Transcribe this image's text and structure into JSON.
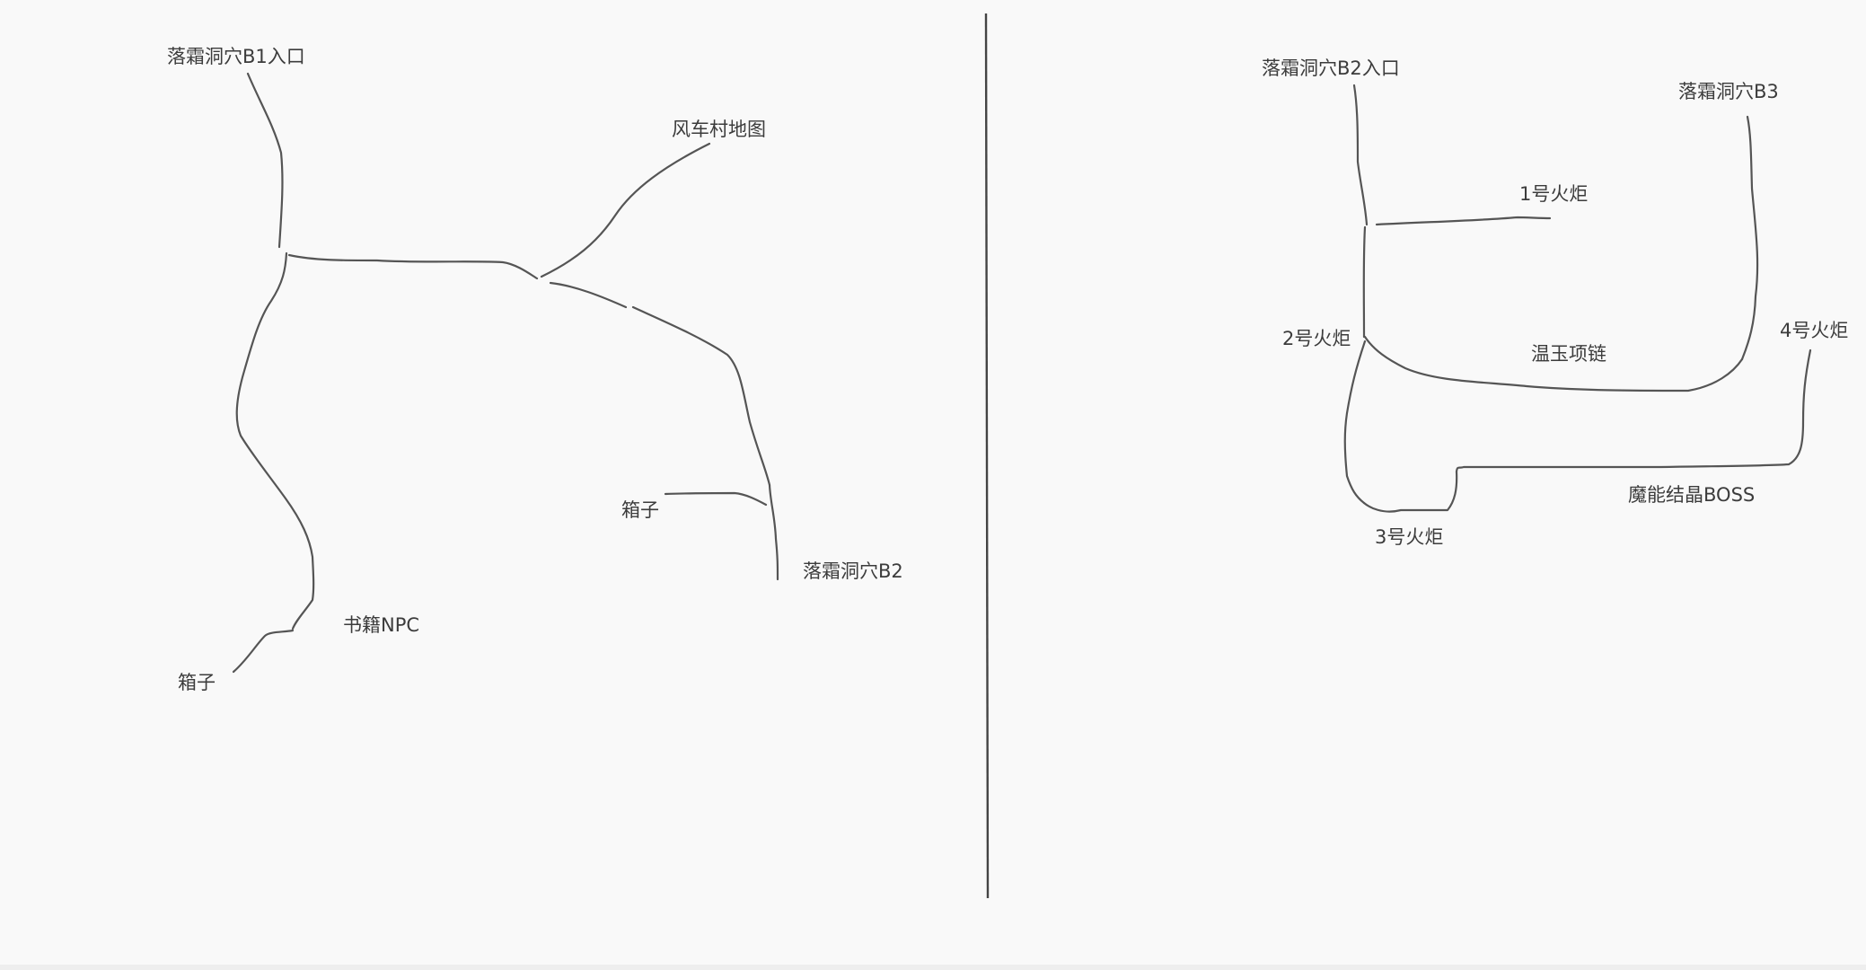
{
  "map": {
    "left": {
      "b1_entrance": "落霜洞穴B1入口",
      "windmill_village_map": "风车村地图",
      "box_right": "箱子",
      "b2": "落霜洞穴B2",
      "book_npc": "书籍NPC",
      "box_left": "箱子"
    },
    "right": {
      "b2_entrance": "落霜洞穴B2入口",
      "b3": "落霜洞穴B3",
      "torch_1": "1号火炬",
      "torch_2": "2号火炬",
      "warm_jade_necklace": "温玉项链",
      "torch_4": "4号火炬",
      "magic_crystal_boss": "魔能结晶BOSS",
      "torch_3": "3号火炬"
    }
  }
}
